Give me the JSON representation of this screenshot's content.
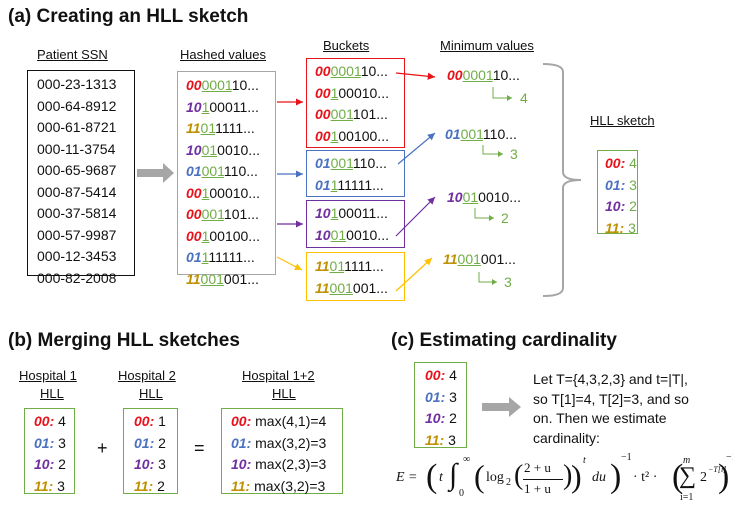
{
  "colors": {
    "b00": "#e8121b",
    "b01": "#4a72c0",
    "b10": "#7030a0",
    "b11": "#bf9000",
    "rho": "#70ad47"
  },
  "section_a": {
    "title": "(a) Creating an HLL sketch",
    "headers": {
      "ssn": "Patient SSN",
      "hashed": "Hashed values",
      "buckets": "Buckets",
      "minimum": "Minimum values",
      "sketch": "HLL sketch"
    },
    "ssns": [
      "000-23-1313",
      "000-64-8912",
      "000-61-8721",
      "000-11-3754",
      "000-65-9687",
      "000-87-5414",
      "000-37-5814",
      "000-57-9987",
      "000-12-3453",
      "000-82-2008"
    ],
    "hashed": [
      {
        "prefix": "00",
        "rho": "0001",
        "rest": "10..."
      },
      {
        "prefix": "10",
        "rho": "1",
        "rest": "00011..."
      },
      {
        "prefix": "11",
        "rho": "01",
        "rest": "1111..."
      },
      {
        "prefix": "10",
        "rho": "01",
        "rest": "0010..."
      },
      {
        "prefix": "01",
        "rho": "001",
        "rest": "110..."
      },
      {
        "prefix": "00",
        "rho": "1",
        "rest": "00010..."
      },
      {
        "prefix": "00",
        "rho": "001",
        "rest": "101..."
      },
      {
        "prefix": "00",
        "rho": "1",
        "rest": "00100..."
      },
      {
        "prefix": "01",
        "rho": "1",
        "rest": "11111..."
      },
      {
        "prefix": "11",
        "rho": "001",
        "rest": "001..."
      }
    ],
    "buckets": [
      {
        "id": "00",
        "rows": [
          {
            "prefix": "00",
            "rho": "0001",
            "rest": "10..."
          },
          {
            "prefix": "00",
            "rho": "1",
            "rest": "00010..."
          },
          {
            "prefix": "00",
            "rho": "001",
            "rest": "101..."
          },
          {
            "prefix": "00",
            "rho": "1",
            "rest": "00100..."
          }
        ]
      },
      {
        "id": "01",
        "rows": [
          {
            "prefix": "01",
            "rho": "001",
            "rest": "110..."
          },
          {
            "prefix": "01",
            "rho": "1",
            "rest": "11111..."
          }
        ]
      },
      {
        "id": "10",
        "rows": [
          {
            "prefix": "10",
            "rho": "1",
            "rest": "00011..."
          },
          {
            "prefix": "10",
            "rho": "01",
            "rest": "0010..."
          }
        ]
      },
      {
        "id": "11",
        "rows": [
          {
            "prefix": "11",
            "rho": "01",
            "rest": "1111..."
          },
          {
            "prefix": "11",
            "rho": "001",
            "rest": "001..."
          }
        ]
      }
    ],
    "minimums": [
      {
        "prefix": "00",
        "rho": "0001",
        "rest": "10...",
        "value": "4"
      },
      {
        "prefix": "01",
        "rho": "001",
        "rest": "110...",
        "value": "3"
      },
      {
        "prefix": "10",
        "rho": "01",
        "rest": "0010...",
        "value": "2"
      },
      {
        "prefix": "11",
        "rho": "001",
        "rest": "001...",
        "value": "3"
      }
    ],
    "sketch": [
      {
        "key": "00:",
        "value": "4"
      },
      {
        "key": "01:",
        "value": "3"
      },
      {
        "key": "10:",
        "value": "2"
      },
      {
        "key": "11:",
        "value": "3"
      }
    ]
  },
  "section_b": {
    "title": "(b) Merging HLL sketches",
    "h1": {
      "line1": "Hospital 1",
      "line2": "HLL",
      "rows": [
        {
          "key": "00:",
          "value": "4"
        },
        {
          "key": "01:",
          "value": "3"
        },
        {
          "key": "10:",
          "value": "2"
        },
        {
          "key": "11:",
          "value": "3"
        }
      ]
    },
    "h2": {
      "line1": "Hospital 2",
      "line2": "HLL",
      "rows": [
        {
          "key": "00:",
          "value": "1"
        },
        {
          "key": "01:",
          "value": "2"
        },
        {
          "key": "10:",
          "value": "3"
        },
        {
          "key": "11:",
          "value": "2"
        }
      ]
    },
    "h12": {
      "line1": "Hospital 1+2",
      "line2": "HLL",
      "rows": [
        {
          "key": "00:",
          "value": "max(4,1)=4"
        },
        {
          "key": "01:",
          "value": "max(3,2)=3"
        },
        {
          "key": "10:",
          "value": "max(2,3)=3"
        },
        {
          "key": "11:",
          "value": "max(3,2)=3"
        }
      ]
    },
    "plus": "+",
    "equals": "="
  },
  "section_c": {
    "title": "(c) Estimating cardinality",
    "rows": [
      {
        "key": "00:",
        "value": "4"
      },
      {
        "key": "01:",
        "value": "3"
      },
      {
        "key": "10:",
        "value": "2"
      },
      {
        "key": "11:",
        "value": "3"
      }
    ],
    "text_lines": [
      "Let T={4,3,2,3} and t=|T|,",
      "so T[1]=4, T[2]=3, and so",
      "on. Then we estimate",
      "cardinality:"
    ],
    "formula": {
      "lhs": "E =",
      "open": "(",
      "t": "t",
      "int_upper": "∞",
      "int_lower": "0",
      "log": "log",
      "log_base": "2",
      "num": "2 + u",
      "den": "1 + u",
      "power": "t",
      "du": "du",
      "neg1": "−1",
      "t2": "· t² ·",
      "sum_upper": "m",
      "sum_lower": "i=1",
      "term": "2",
      "term_exp": "−T[i]"
    }
  }
}
